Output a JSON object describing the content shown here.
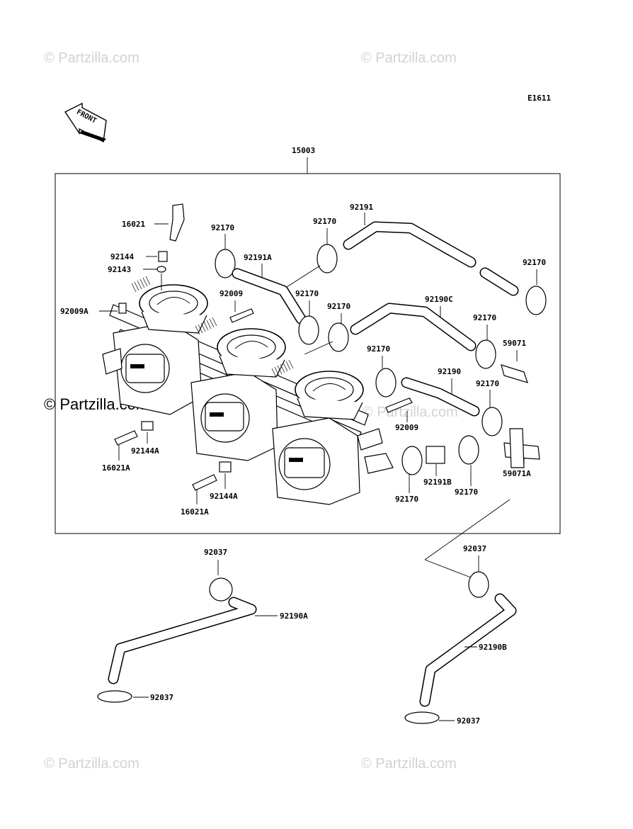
{
  "diagram_code": "E1611",
  "front_arrow_text": "FRONT",
  "watermarks": [
    "© Partzilla.com",
    "© Partzilla.com",
    "© Partzilla.com",
    "© Partzilla.com",
    "© Partzilla.com",
    "© Partzilla.com"
  ],
  "assembly_label": "15003",
  "parts": {
    "p16021": "16021",
    "p92144": "92144",
    "p92143": "92143",
    "p92009A": "92009A",
    "p92170_a": "92170",
    "p92191A": "92191A",
    "p92170_b": "92170",
    "p92191": "92191",
    "p92170_c": "92170",
    "p92009_a": "92009",
    "p92170_d": "92170",
    "p92170_e": "92170",
    "p92190C": "92190C",
    "p92170_f": "92170",
    "p59071": "59071",
    "p92170_g": "92170",
    "p92190": "92190",
    "p92170_h": "92170",
    "p92009_b": "92009",
    "p59071A": "59071A",
    "p92144A_a": "92144A",
    "p16021A_a": "16021A",
    "p92144A_b": "92144A",
    "p16021A_b": "16021A",
    "p92170_i": "92170",
    "p92191B": "92191B",
    "p92170_j": "92170",
    "p92037_a": "92037",
    "p92190A": "92190A",
    "p92037_b": "92037",
    "p92037_c": "92037",
    "p92190B": "92190B",
    "p92037_d": "92037"
  }
}
